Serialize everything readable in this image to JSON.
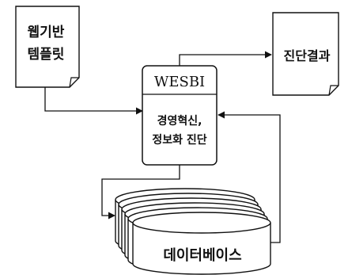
{
  "diagram": {
    "template_doc": {
      "line1": "웹기반",
      "line2": "템플릿"
    },
    "result_doc": {
      "label": "진단결과"
    },
    "wesbi": {
      "title": "WESBI",
      "line1": "경영혁신,",
      "line2": "정보화 진단"
    },
    "database": {
      "label": "데이터베이스"
    }
  }
}
